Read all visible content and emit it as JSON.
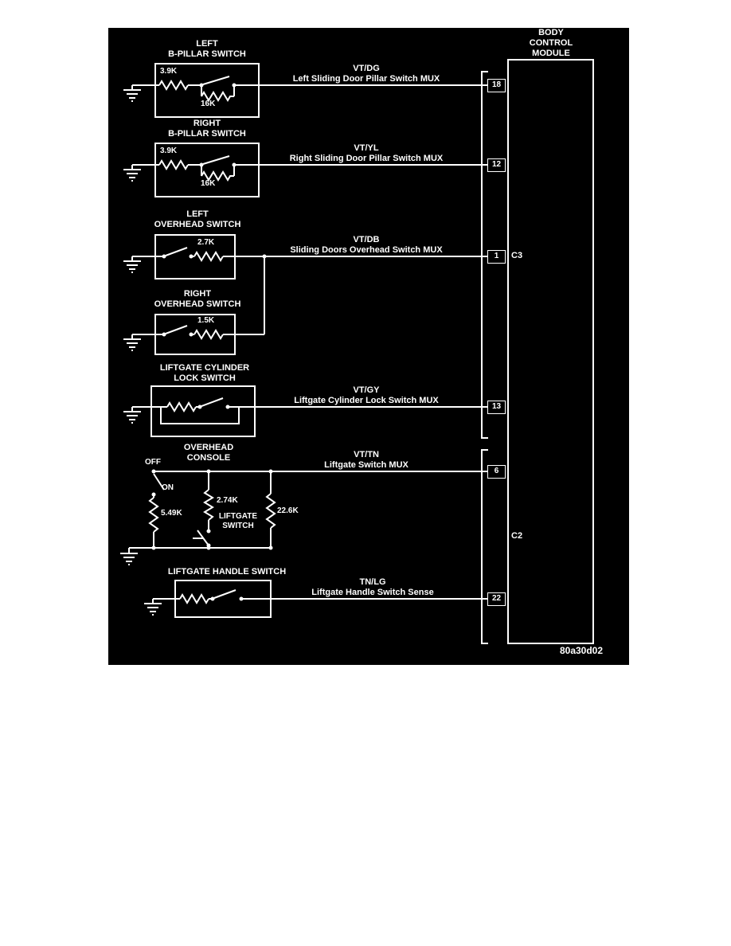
{
  "diagram": {
    "figure_id": "80a30d02",
    "module": {
      "title": "BODY\nCONTROL\nMODULE",
      "connectors": {
        "c3": "C3",
        "c2": "C2"
      },
      "pins": {
        "p18": "18",
        "p12": "12",
        "p1": "1",
        "p13": "13",
        "p6": "6",
        "p22": "22"
      }
    },
    "blocks": {
      "left_b_pillar": {
        "title": "LEFT\nB-PILLAR SWITCH",
        "r1": "3.9K",
        "r2": "16K"
      },
      "right_b_pillar": {
        "title": "RIGHT\nB-PILLAR SWITCH",
        "r1": "3.9K",
        "r2": "16K"
      },
      "left_overhead": {
        "title": "LEFT\nOVERHEAD SWITCH",
        "r1": "2.7K"
      },
      "right_overhead": {
        "title": "RIGHT\nOVERHEAD SWITCH",
        "r1": "1.5K"
      },
      "liftgate_cylinder": {
        "title": "LIFTGATE CYLINDER\nLOCK SWITCH"
      },
      "overhead_console": {
        "title": "OVERHEAD\nCONSOLE",
        "off": "OFF",
        "on": "ON",
        "r1": "5.49K",
        "r2": "2.74K",
        "r3": "22.6K",
        "switch_label": "LIFTGATE\nSWITCH"
      },
      "liftgate_handle": {
        "title": "LIFTGATE HANDLE SWITCH"
      }
    },
    "wires": {
      "left_b_pillar": {
        "color": "VT/DG",
        "name": "Left Sliding Door Pillar Switch MUX"
      },
      "right_b_pillar": {
        "color": "VT/YL",
        "name": "Right Sliding Door Pillar Switch MUX"
      },
      "overhead": {
        "color": "VT/DB",
        "name": "Sliding Doors Overhead Switch MUX"
      },
      "liftgate_cylinder": {
        "color": "VT/GY",
        "name": "Liftgate Cylinder Lock Switch MUX"
      },
      "liftgate_switch": {
        "color": "VT/TN",
        "name": "Liftgate Switch MUX"
      },
      "liftgate_handle": {
        "color": "TN/LG",
        "name": "Liftgate Handle Switch Sense"
      }
    },
    "colors": {
      "page": "#ffffff",
      "background": "#000000",
      "foreground": "#ffffff"
    }
  }
}
